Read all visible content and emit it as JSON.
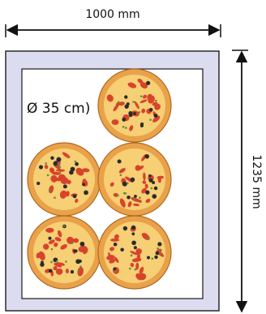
{
  "width_label": "1000 mm",
  "height_label": "1235 mm",
  "diameter_label": "Ø 35 cm)",
  "pizza_count": 5,
  "colors": {
    "frame_border": "#2a2a2a",
    "frame_fill": "#dcdcf0",
    "sheet_fill": "#ffffff",
    "arrow": "#111111",
    "crust": "#e9a24a",
    "cheese": "#f7cf74",
    "sauce": "#d8432c",
    "olive": "#2b2b2b",
    "herb": "#5f8f3a"
  }
}
